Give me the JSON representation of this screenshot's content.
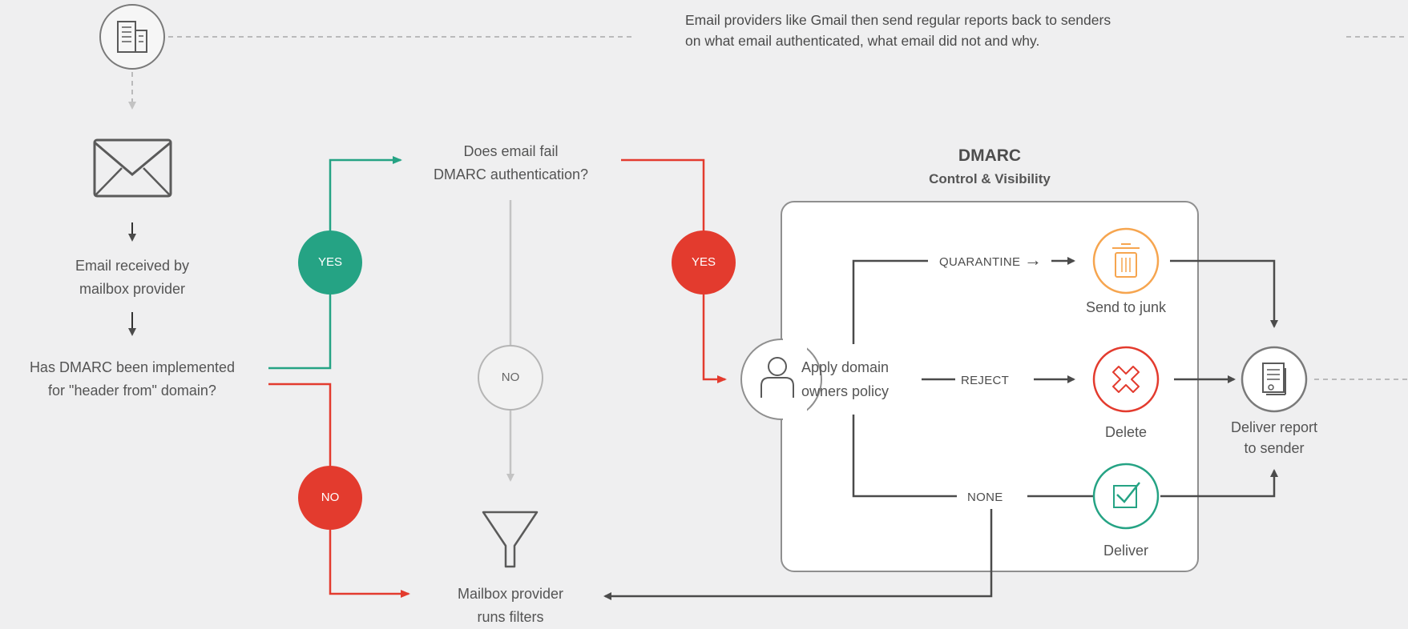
{
  "top_note": {
    "line1": "Email providers like Gmail then send regular reports back to senders",
    "line2": "on what email authenticated, what email did not  and why."
  },
  "steps": {
    "received_line1": "Email received by",
    "received_line2": "mailbox provider",
    "implemented_line1": "Has DMARC been implemented",
    "implemented_line2": "for \"header from\" domain?",
    "fail_line1": "Does email fail",
    "fail_line2": "DMARC authentication?",
    "filters_line1": "Mailbox provider",
    "filters_line2": "runs filters"
  },
  "badges": {
    "yes_green": "YES",
    "yes_red": "YES",
    "no_gray": "NO",
    "no_red": "NO"
  },
  "dmarc_box": {
    "title": "DMARC",
    "subtitle": "Control & Visibility",
    "policy_line1": "Apply domain",
    "policy_line2": "owners policy",
    "quarantine": "QUARANTINE",
    "reject": "REJECT",
    "none": "NONE",
    "junk": "Send to junk",
    "delete": "Delete",
    "deliver": "Deliver"
  },
  "report": {
    "line1": "Deliver report",
    "line2": "to sender"
  },
  "colors": {
    "green": "#25a384",
    "red": "#e33b2e",
    "orange": "#f6a54f",
    "gray_line": "#c3c3c3",
    "dark_line": "#4b4b4b"
  },
  "icons": [
    "building-icon",
    "envelope-icon",
    "filter-funnel-icon",
    "person-icon",
    "trash-icon",
    "x-icon",
    "checkbox-icon",
    "report-document-icon"
  ]
}
